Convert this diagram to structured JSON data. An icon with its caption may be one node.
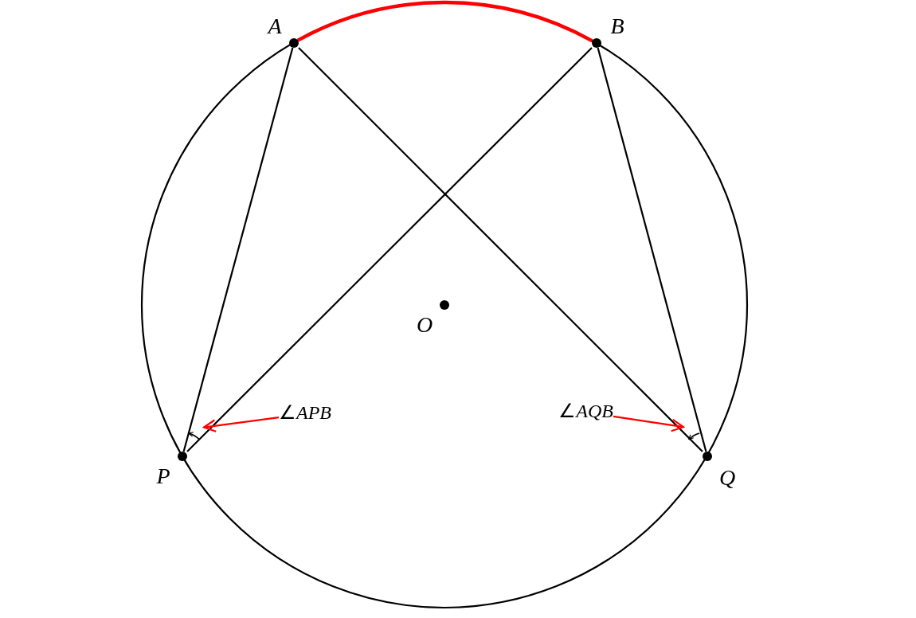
{
  "diagram": {
    "nodes": [
      {
        "text": [],
        "shape": "circle",
        "beside": [
          "A"
        ]
      },
      {
        "text": [],
        "shape": "circle",
        "beside": [
          "B"
        ]
      },
      {
        "text": [],
        "shape": "circle",
        "beside": [
          "P"
        ]
      },
      {
        "text": [],
        "shape": "circle",
        "beside": [
          "Q"
        ]
      },
      {
        "text": [],
        "shape": "circle",
        "beside": [
          "O"
        ]
      },
      {
        "text": [
          "∠*APB*"
        ]
      },
      {
        "text": [],
        "shape": "arc"
      },
      {
        "text": [
          "∠*AQB*"
        ]
      },
      {
        "text": [],
        "shape": "arc"
      }
    ],
    "edges": [
      {
        "from": 0,
        "to": 2,
        "arrow": "none"
      },
      {
        "from": 0,
        "to": 3,
        "arrow": "none"
      },
      {
        "from": 1,
        "to": 2,
        "arrow": "none"
      },
      {
        "from": 1,
        "to": 3,
        "arrow": "none"
      },
      {
        "from": 0,
        "to": 1,
        "arrow": "none",
        "color": "#ff0000",
        "style": "thick"
      },
      {
        "from": 5,
        "to": 6,
        "arrow": "to",
        "color": "#ff0000"
      },
      {
        "from": 7,
        "to": 8,
        "arrow": "to",
        "color": "#ff0000"
      }
    ]
  }
}
